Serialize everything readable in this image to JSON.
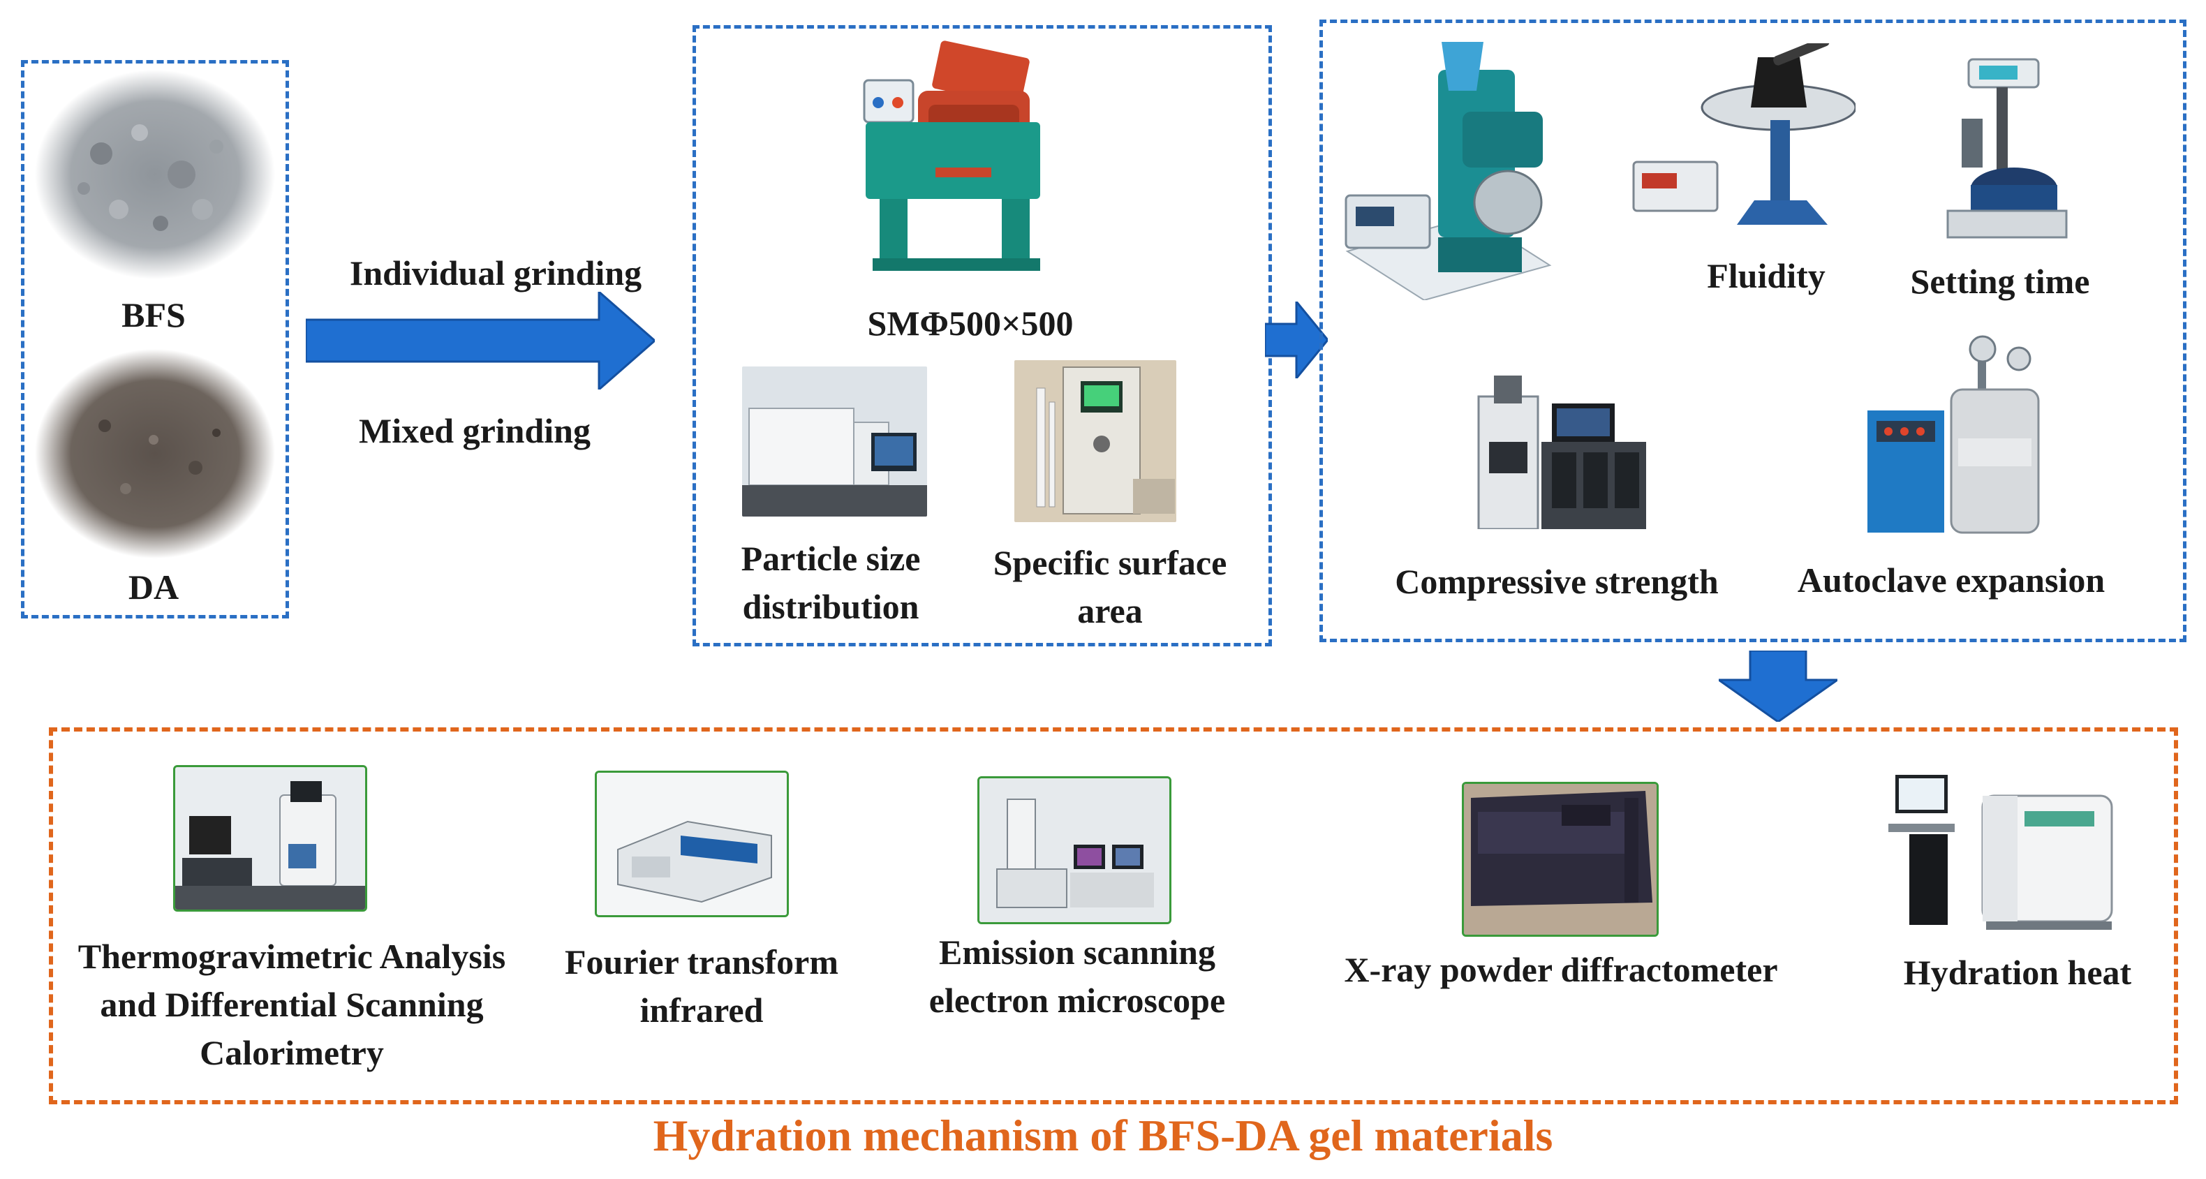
{
  "materials": {
    "bfs": "BFS",
    "da": "DA"
  },
  "grinding": {
    "individual": "Individual grinding",
    "mixed": "Mixed grinding"
  },
  "mill": {
    "model": "SMΦ500×500",
    "psd": "Particle size distribution",
    "ssa": "Specific surface area"
  },
  "tests": {
    "fluidity": "Fluidity",
    "setting_time": "Setting time",
    "compressive_strength": "Compressive strength",
    "autoclave_expansion": "Autoclave expansion"
  },
  "characterization": {
    "tg_dsc": "Thermogravimetric Analysis and Differential Scanning Calorimetry",
    "ftir": "Fourier transform infrared",
    "fesem": "Emission scanning electron microscope",
    "xrd": "X-ray powder diffractometer",
    "hydration_heat": "Hydration heat"
  },
  "footer": {
    "title": "Hydration mechanism of BFS-DA gel materials"
  },
  "colors": {
    "blue_box": "#2a6fc4",
    "orange_box": "#e0661c",
    "arrow": "#1f6fd1"
  }
}
